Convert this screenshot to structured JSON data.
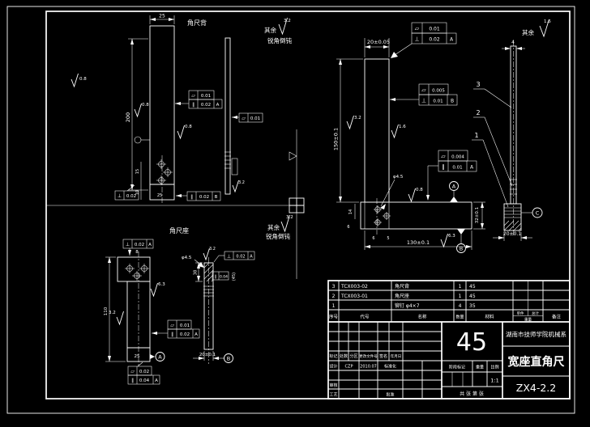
{
  "drawing": {
    "blade": {
      "label": "角尺背",
      "dim_width": "25",
      "dim_height": "200",
      "dim_foot": "15",
      "dim_foot2": "10",
      "dim_bottom": "25",
      "rough_left": "0.8",
      "rough_right": "0.8",
      "rough_tip": "0.8",
      "rough_side": "3.2",
      "f1_sym": "▱",
      "f1_val": "0.01",
      "f2_sym": "∥",
      "f2_val": "0.02",
      "f2_ref": "A",
      "f3_sym": "⊥",
      "f3_val": "0.02",
      "f4_sym": "∥",
      "f4_val": "0.02",
      "f4_ref": "B",
      "fs_sym": "▱",
      "fs_val": "0.01"
    },
    "seat": {
      "label": "角尺座",
      "dim_height": "110",
      "dim_top": "8",
      "dim_hole": "φ4.5",
      "dim_depth": "38",
      "dim_ref": "(45)",
      "dim_base": "25",
      "dim_width": "20±0.1",
      "ft_sym": "⊥",
      "ft_val": "0.02",
      "ft_ref": "A",
      "fr1_sym": "▱",
      "fr1_val": "0.01",
      "fr2_sym": "∥",
      "fr2_val": "0.02",
      "fr2_ref": "A",
      "fb1_sym": "▱",
      "fb1_val": "0.02",
      "fb2_sym": "∥",
      "fb2_val": "0.04",
      "fb2_ref": "A",
      "fsub_sym": "⊥",
      "fsub_val": "0.02",
      "fsub_ref": "A",
      "fsub2_sym": "∥",
      "fsub2_val": "0.04",
      "rough_right": "6.3",
      "rough_left": "3.2",
      "rough_sub": "3.2",
      "datum_a": "A",
      "datum_b": "B"
    },
    "assembly": {
      "dim_blade_w": "20±0.05",
      "dim_height": "150±0.1",
      "dim_length": "130±0.1",
      "dim_seat_h": "32±0.1",
      "dim_s1": "14",
      "dim_s2": "6",
      "dim_s3": "6",
      "dim_s4": "5",
      "dim_rivet": "φ4.5",
      "f1a_sym": "▱",
      "f1a_val": "0.01",
      "f1b_sym": "⊥",
      "f1b_val": "0.02",
      "f1b_ref": "A",
      "f2a_sym": "▱",
      "f2a_val": "0.005",
      "f2b_sym": "⊥",
      "f2b_val": "0.01",
      "f2b_ref": "B",
      "f3a_sym": "▱",
      "f3a_val": "0.004",
      "f3b_sym": "∥",
      "f3b_val": "0.01",
      "f3b_ref": "A",
      "rough1": "3.2",
      "rough2": "1.6",
      "rough3": "0.8",
      "rough4": "6.3",
      "datum_a": "A",
      "datum_b": "B",
      "datum_c": "C",
      "balloon_3": "3",
      "balloon_2": "2",
      "balloon_1": "1",
      "side_top": "4",
      "side_bottom": "20±0.1"
    },
    "notes": {
      "rest1": "其余",
      "rest1_val": "3.2",
      "rest1_note": "锐角倒钝",
      "rest2": "其余",
      "rest2_val": "3.2",
      "rest2_note": "锐角倒钝",
      "rest3": "其余",
      "rest3_val": "1.6"
    }
  },
  "parts_list": {
    "headers": {
      "no": "序号",
      "code": "代号",
      "name": "名称",
      "qty": "数量",
      "mat": "材料",
      "unit": "单件",
      "total": "总计",
      "weight": "重量",
      "remark": "备注"
    },
    "rows": [
      {
        "no": "3",
        "code": "TCX003-02",
        "name": "角尺背",
        "qty": "1",
        "mat": "45"
      },
      {
        "no": "2",
        "code": "TCX003-01",
        "name": "角尺座",
        "qty": "1",
        "mat": "45"
      },
      {
        "no": "1",
        "code": "",
        "name": "铆钉 φ4×7",
        "qty": "4",
        "mat": "35"
      }
    ]
  },
  "title_block": {
    "material": "45",
    "org": "湖南市技师学院机械系",
    "title": "宽座直角尺",
    "drawing_no": "ZX4-2.2",
    "revision_headers": {
      "mark": "标记",
      "count": "处数",
      "zone": "分区",
      "doc": "更改文件号",
      "sign": "签名",
      "date": "年月日"
    },
    "roles": {
      "design": "设计",
      "design_sign": "CZP",
      "design_date": "2010.07",
      "standard": "标准化",
      "check": "审核",
      "craft": "工艺",
      "approve": "批准"
    },
    "stage": {
      "mark": "阶段标记",
      "weight": "重量",
      "scale": "比例",
      "scale_value": "1:1"
    },
    "sheet_info": "共 张 第 张"
  }
}
